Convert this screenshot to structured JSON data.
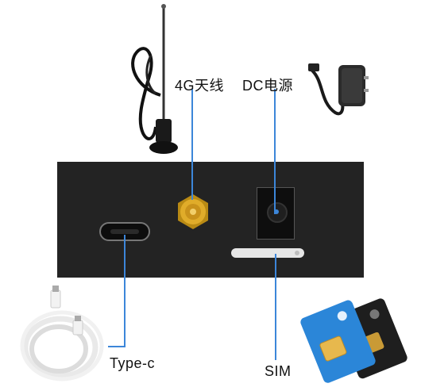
{
  "labels": {
    "antenna": "4G天线",
    "dc_power": "DC电源",
    "type_c": "Type-c",
    "sim": "SIM"
  },
  "colors": {
    "panel": "#232323",
    "callout_line": "#3c86d9",
    "sma_gold": "#d9a21a"
  }
}
